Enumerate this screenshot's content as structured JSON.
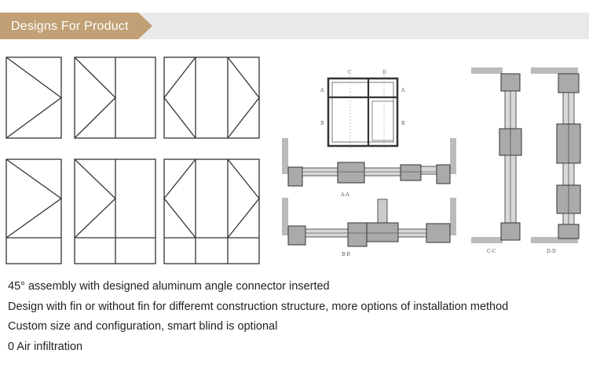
{
  "banner": {
    "title": "Designs For Product"
  },
  "features": [
    "45° assembly with designed aluminum angle connector inserted",
    "Design with fin or without fin for differemt construction structure, more options of installation method",
    "Custom size and configuration, smart blind is optional",
    "0 Air infiltration"
  ],
  "drawing_labels": {
    "a": "A",
    "b": "B",
    "c": "C",
    "d": "D",
    "aa": "A-A",
    "bb": "B-B",
    "cc": "C-C",
    "dd": "D-D"
  },
  "colors": {
    "banner_accent": "#c0a074",
    "banner_bar": "#e9e9e9"
  }
}
